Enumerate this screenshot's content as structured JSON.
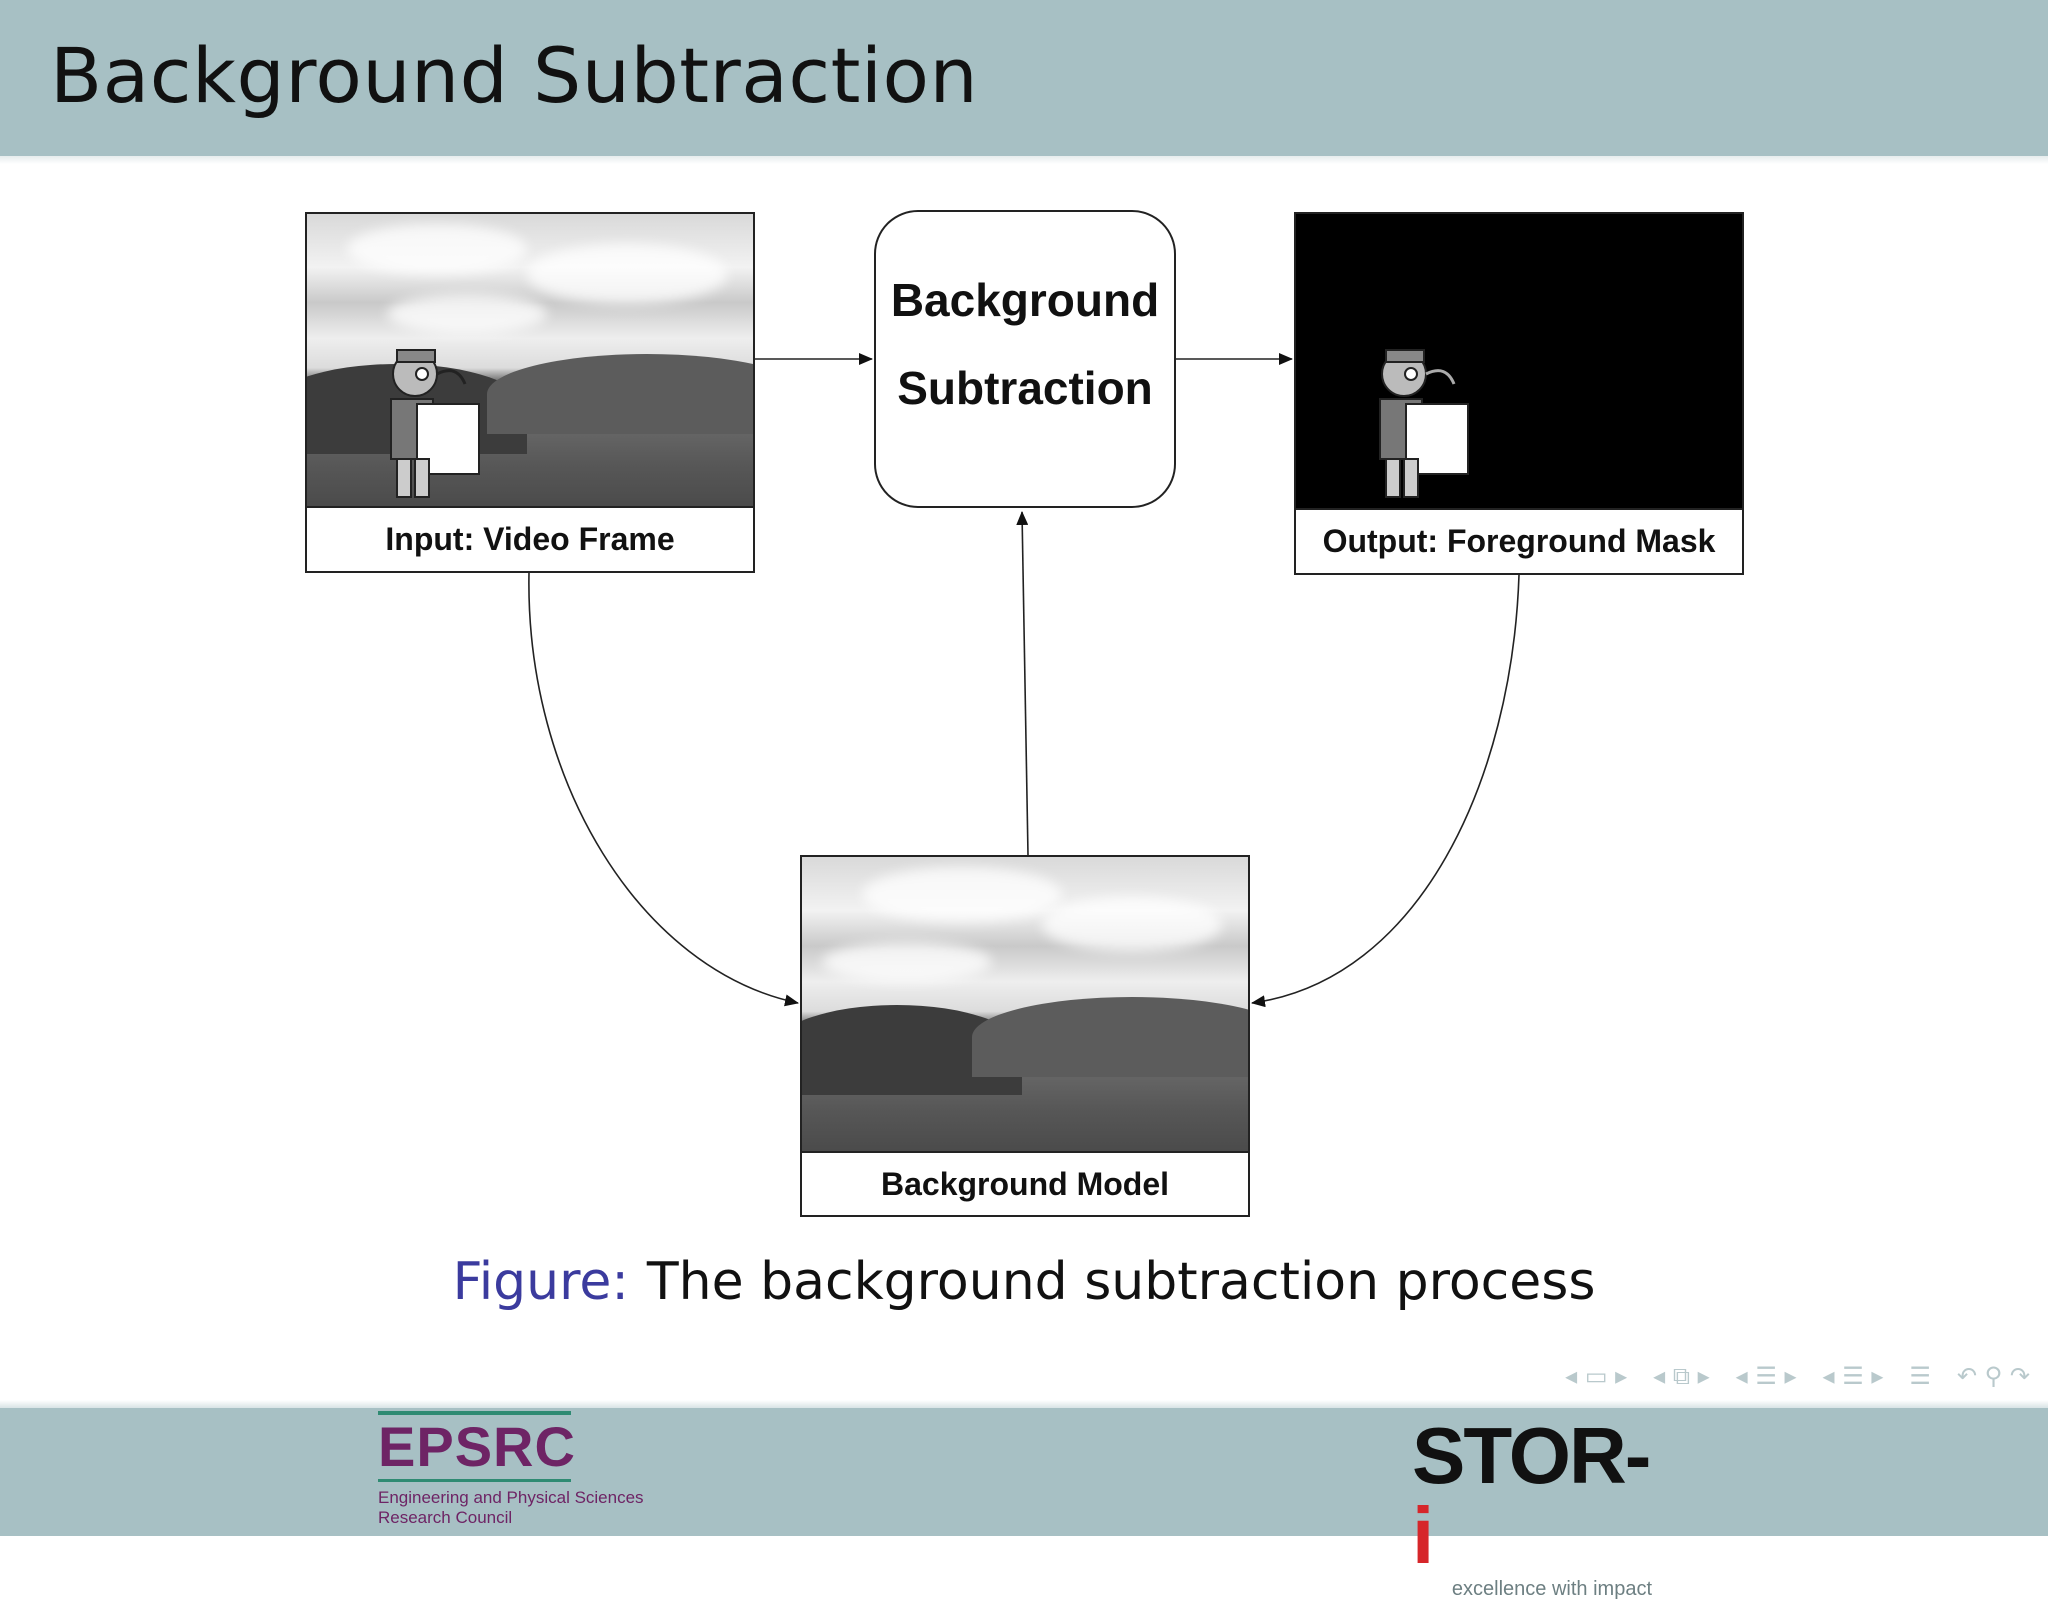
{
  "slide": {
    "title": "Background Subtraction"
  },
  "diagram": {
    "input_caption": "Input: Video Frame",
    "process_line1": "Background",
    "process_line2": "Subtraction",
    "output_caption": "Output: Foreground Mask",
    "model_caption": "Background Model"
  },
  "figure": {
    "label": "Figure:",
    "text": "The background subtraction process"
  },
  "footer": {
    "epsrc_name": "EPSRC",
    "epsrc_sub1": "Engineering and Physical Sciences",
    "epsrc_sub2": "Research Council",
    "stori_name": "STOR-",
    "stori_i": "i",
    "stori_tag": "excellence with impact"
  },
  "navigation": {
    "icons": [
      "nav-prev-icon",
      "nav-frame-icon",
      "nav-next-icon",
      "nav-subsection-icon",
      "nav-section-icon",
      "nav-toc-icon",
      "nav-search-icon"
    ]
  },
  "colors": {
    "header_bg": "#a7c0c4",
    "caption_label": "#3b3b9e",
    "epsrc_purple": "#6e2465",
    "stori_red": "#d6262a"
  }
}
